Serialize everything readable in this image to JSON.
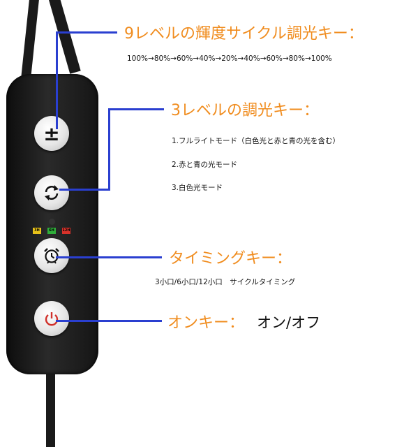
{
  "brightness": {
    "title": "9レベルの輝度サイクル調光キー：",
    "cycle": "100%→80%→60%→40%→20%→40%→60%→80%→100%"
  },
  "dimming": {
    "title": "3レベルの調光キー：",
    "modes": [
      "1.フルライトモード（白色光と赤と青の光を含む）",
      "2.赤と青の光モード",
      "3.白色光モード"
    ]
  },
  "timer": {
    "title": "タイミングキー：",
    "description": "3小口/6小口/12小口　サイクルタイミング"
  },
  "power": {
    "title": "オンキー：",
    "description": "オン/オフ"
  },
  "buttons": {
    "plusminus_symbol": "±"
  },
  "indicators": [
    "3H",
    "6H",
    "12H"
  ],
  "colors": {
    "heading": "#f08c1e",
    "line": "#2a3fd0",
    "power_icon": "#d0302a",
    "indicator_yellow": "#e8c21a",
    "indicator_green": "#2fae3a",
    "indicator_red": "#d8322a"
  }
}
